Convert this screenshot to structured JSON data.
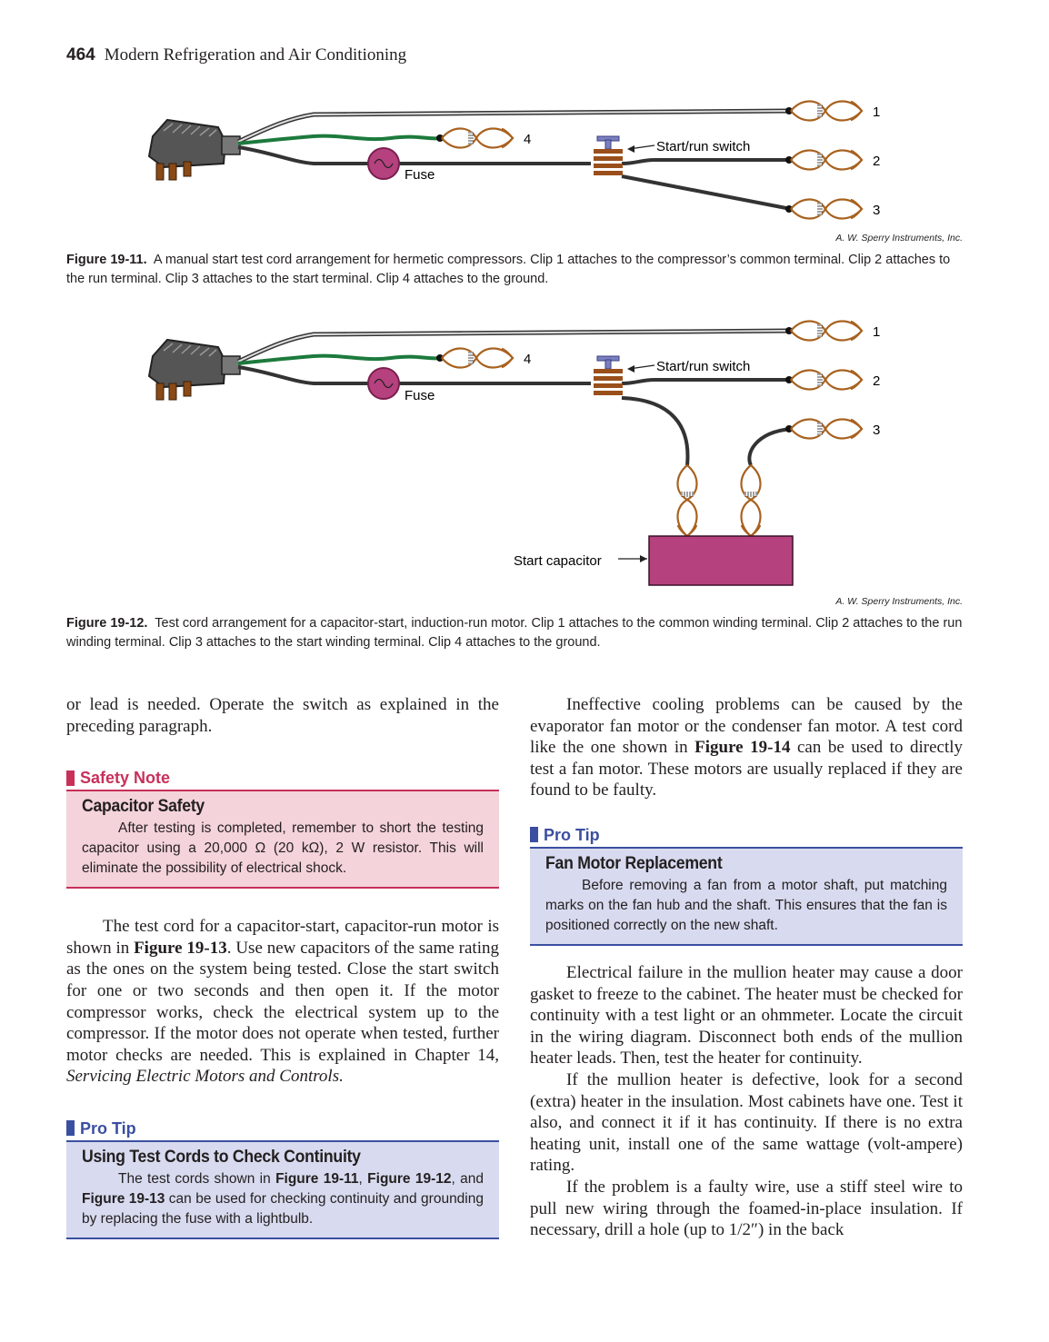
{
  "header": {
    "page_number": "464",
    "book_title": "Modern Refrigeration and Air Conditioning"
  },
  "figure1": {
    "labels": {
      "clip1": "1",
      "clip2": "2",
      "clip3": "3",
      "clip4": "4",
      "switch": "Start/run switch",
      "fuse": "Fuse"
    },
    "credit": "A. W. Sperry Instruments, Inc.",
    "caption_label": "Figure 19-11.",
    "caption_text": "A manual start test cord arrangement for hermetic compressors. Clip 1 attaches to the compressor’s common terminal. Clip 2 attaches to the run terminal. Clip 3 attaches to the start terminal. Clip 4 attaches to the ground."
  },
  "figure2": {
    "labels": {
      "clip1": "1",
      "clip2": "2",
      "clip3": "3",
      "clip4": "4",
      "switch": "Start/run switch",
      "fuse": "Fuse",
      "capacitor": "Start capacitor"
    },
    "credit": "A. W. Sperry Instruments, Inc.",
    "caption_label": "Figure 19-12.",
    "caption_text": "Test cord arrangement for a capacitor-start, induction-run motor. Clip 1 attaches to the common winding terminal. Clip 2 attaches to the run winding terminal. Clip 3 attaches to the start winding terminal. Clip 4 attaches to the ground."
  },
  "left_column": {
    "para1": "or lead is needed. Operate the switch as explained in the preceding paragraph.",
    "safety": {
      "heading": "Safety Note",
      "title": "Capacitor Safety",
      "text": "After testing is completed, remember to short the testing capacitor using a 20,000 Ω (20 kΩ), 2 W resistor. This will eliminate the possibility of electrical shock."
    },
    "para2_a": "The test cord for a capacitor-start, capacitor-run motor is shown in ",
    "para2_ref": "Figure 19-13",
    "para2_b": ". Use new capacitors of the same rating as the ones on the system being tested. Close the start switch for one or two seconds and then open it. If the motor compressor works, check the electrical system up to the compressor. If the motor does not operate when tested, further motor checks are needed. This is explained in Chapter 14, ",
    "para2_italic": "Servicing Electric Motors and Controls.",
    "tip": {
      "heading": "Pro Tip",
      "title": "Using Test Cords to Check Continuity",
      "text_a": "The test cords shown in ",
      "ref1": "Figure 19-11",
      "sep1": ", ",
      "ref2": "Figure 19-12",
      "sep2": ", and ",
      "ref3": "Figure 19-13",
      "text_b": " can be used for checking continuity and grounding by replacing the fuse with a lightbulb."
    }
  },
  "right_column": {
    "para1_a": "Ineffective cooling problems can be caused by the evaporator fan motor or the condenser fan motor. A test cord like the one shown in ",
    "para1_ref": "Figure 19-14",
    "para1_b": " can be used to directly test a fan motor. These motors are usually replaced if they are found to be faulty.",
    "tip": {
      "heading": "Pro Tip",
      "title": "Fan Motor Replacement",
      "text": "Before removing a fan from a motor shaft, put matching marks on the fan hub and the shaft. This ensures that the fan is positioned correctly on the new shaft."
    },
    "para2": "Electrical failure in the mullion heater may cause a door gasket to freeze to the cabinet. The heater must be checked for continuity with a test light or an ohmmeter. Locate the circuit in the wiring diagram. Disconnect both ends of the mullion heater leads. Then, test the heater for continuity.",
    "para3": "If the mullion heater is defective, look for a second (extra) heater in the insulation. Most cabinets have one. Test it also, and connect it if it has continuity. If there is no extra heating unit, install one of the same wattage (volt-ampere) rating.",
    "para4": "If the problem is a faulty wire, use a stiff steel wire to pull new wiring through the foamed-in-place insulation. If necessary, drill a hole (up to 1/2″) in the back"
  }
}
